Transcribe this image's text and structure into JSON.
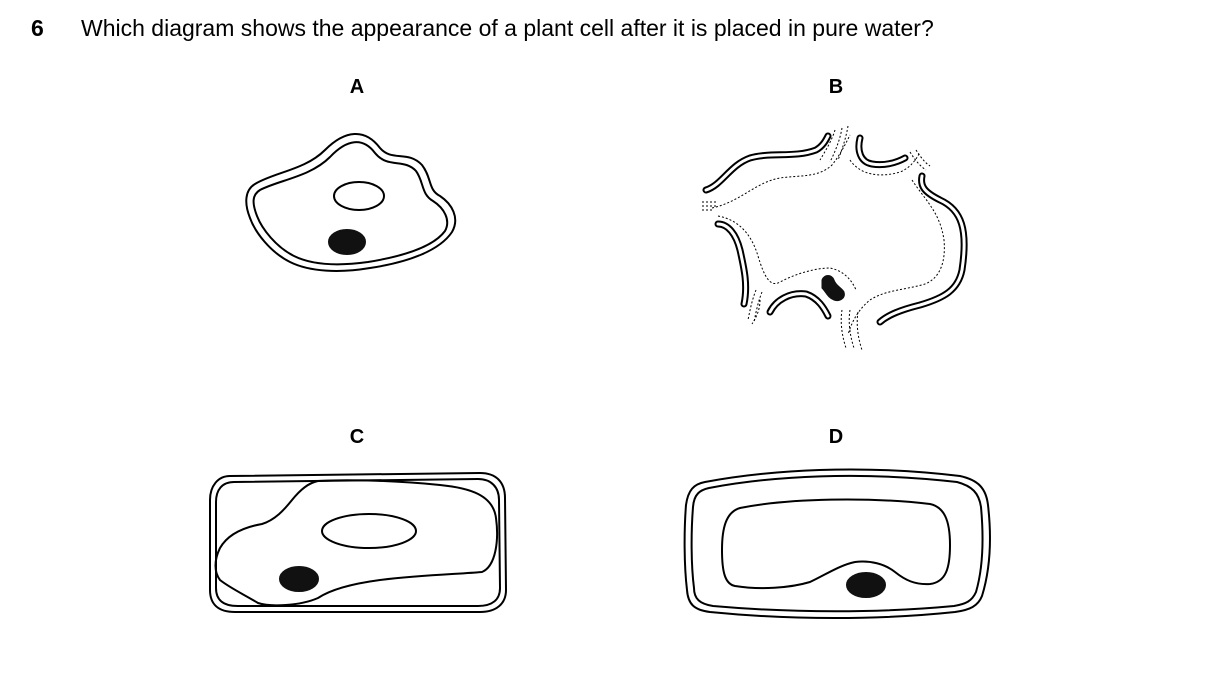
{
  "question": {
    "number": "6",
    "text": "Which diagram shows the appearance of a plant cell after it is placed in pure water?"
  },
  "options": {
    "a": "A",
    "b": "B",
    "c": "C",
    "d": "D"
  }
}
